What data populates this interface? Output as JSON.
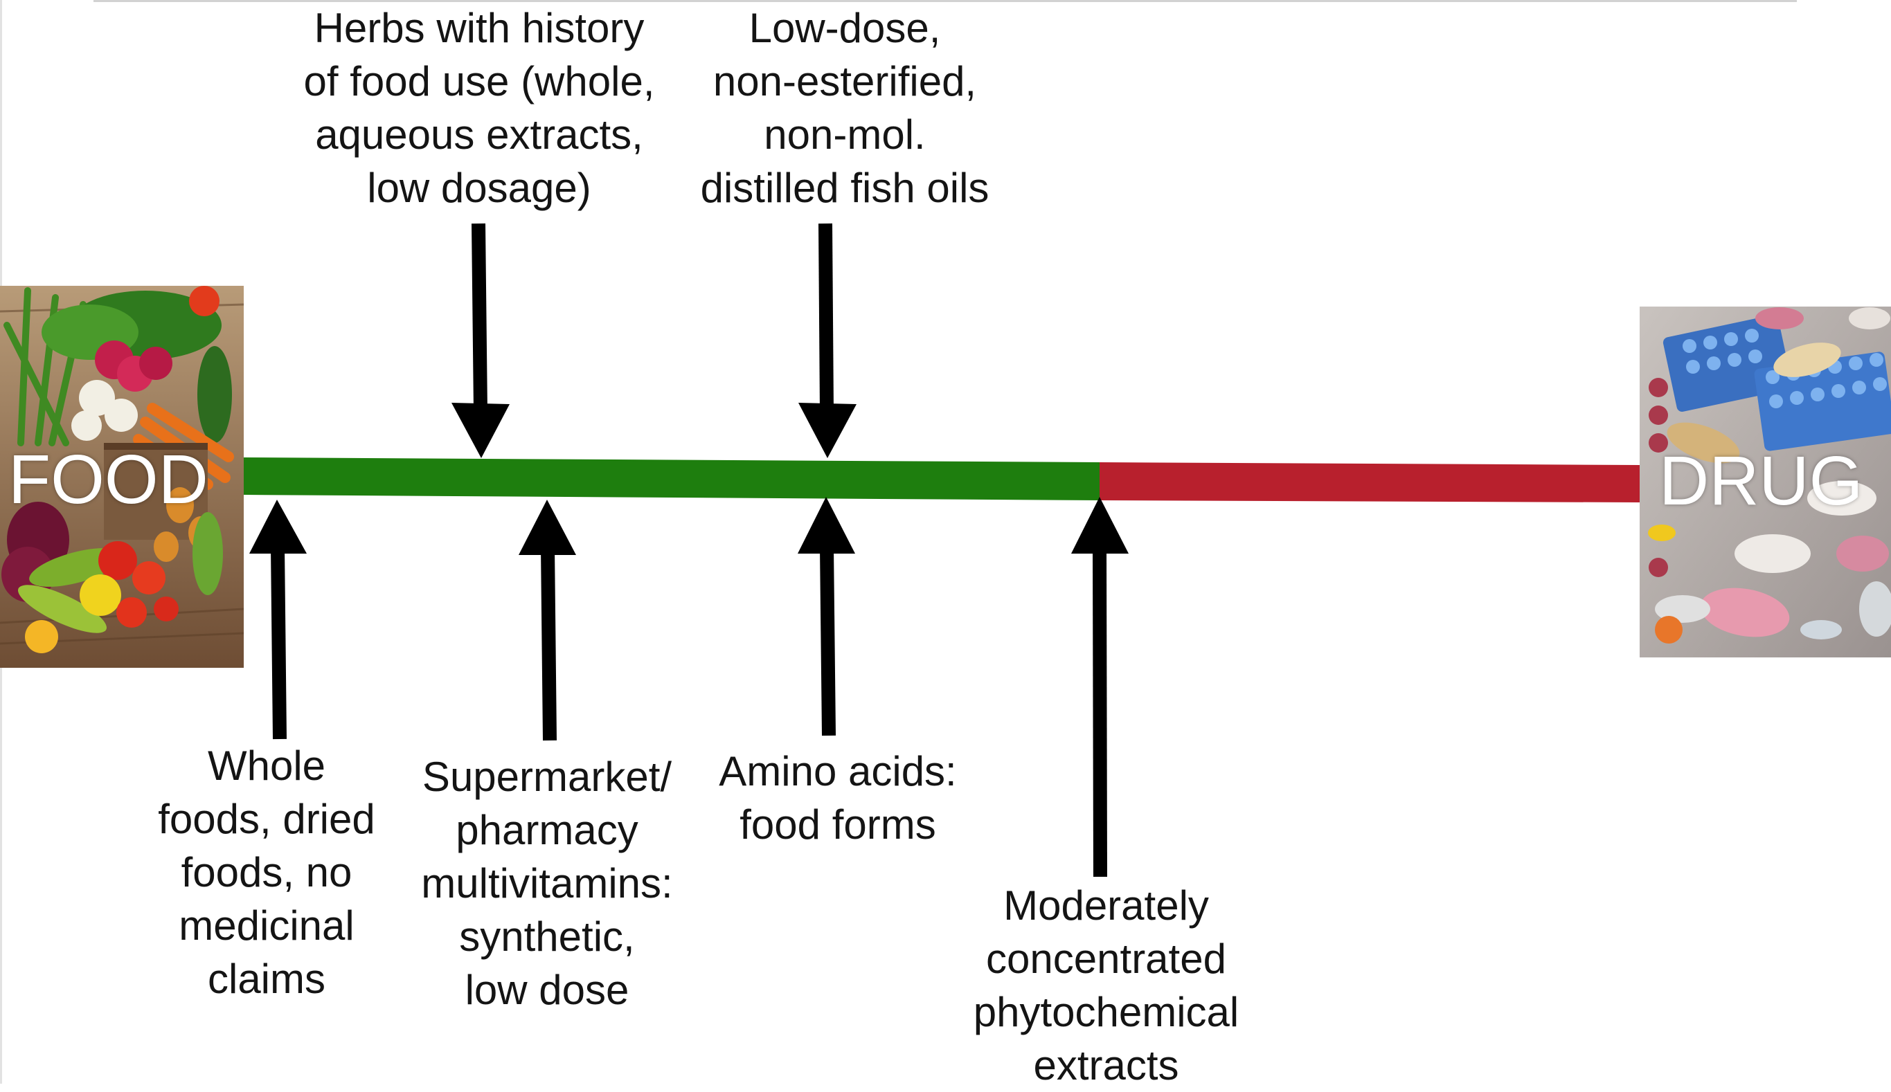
{
  "spectrum": {
    "left_end": "FOOD",
    "right_end": "DRUG",
    "food_color": "#1e7e0e",
    "drug_color": "#b8202d",
    "arrow_color": "#000000"
  },
  "labels": {
    "herbs": "Herbs with history\nof food use (whole,\naqueous extracts,\nlow dosage)",
    "fish_oils": "Low-dose,\nnon-esterified,\nnon-mol.\ndistilled fish oils",
    "whole_foods": "Whole\nfoods, dried\nfoods, no\nmedicinal\nclaims",
    "multivitamins": "Supermarket/\npharmacy\nmultivitamins:\nsynthetic,\nlow dose",
    "amino_acids": "Amino acids:\nfood forms",
    "phytochemical": "Moderately\nconcentrated\nphytochemical\nextracts"
  },
  "images": {
    "left": "vegetables-photo",
    "right": "pills-photo"
  }
}
